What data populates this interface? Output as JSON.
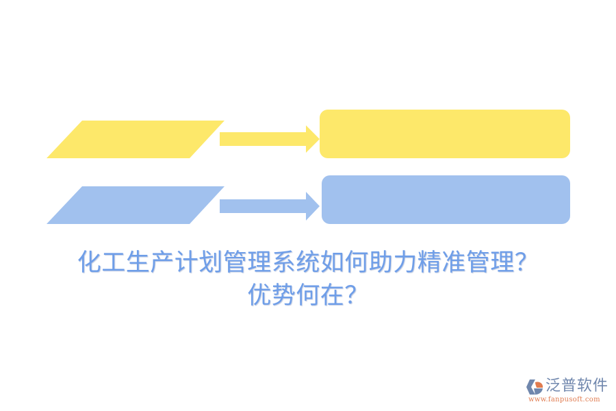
{
  "colors": {
    "yellow": "#fde86a",
    "blue": "#a1c1ee",
    "title": "#6f9ee8",
    "logo_gray": "#7087ad",
    "logo_orange": "#e07b4f"
  },
  "diagram": {
    "rows": [
      {
        "input_shape": "parallelogram",
        "connector": "arrow-right",
        "output_shape": "rounded-rectangle",
        "color": "yellow",
        "label": ""
      },
      {
        "input_shape": "parallelogram",
        "connector": "arrow-right",
        "output_shape": "rounded-rectangle",
        "color": "blue",
        "label": ""
      }
    ]
  },
  "title": {
    "line1": "化工生产计划管理系统如何助力精准管理？",
    "line2": "优势何在？"
  },
  "logo": {
    "name": "泛普软件",
    "url": "www.fanpusoft.com"
  }
}
